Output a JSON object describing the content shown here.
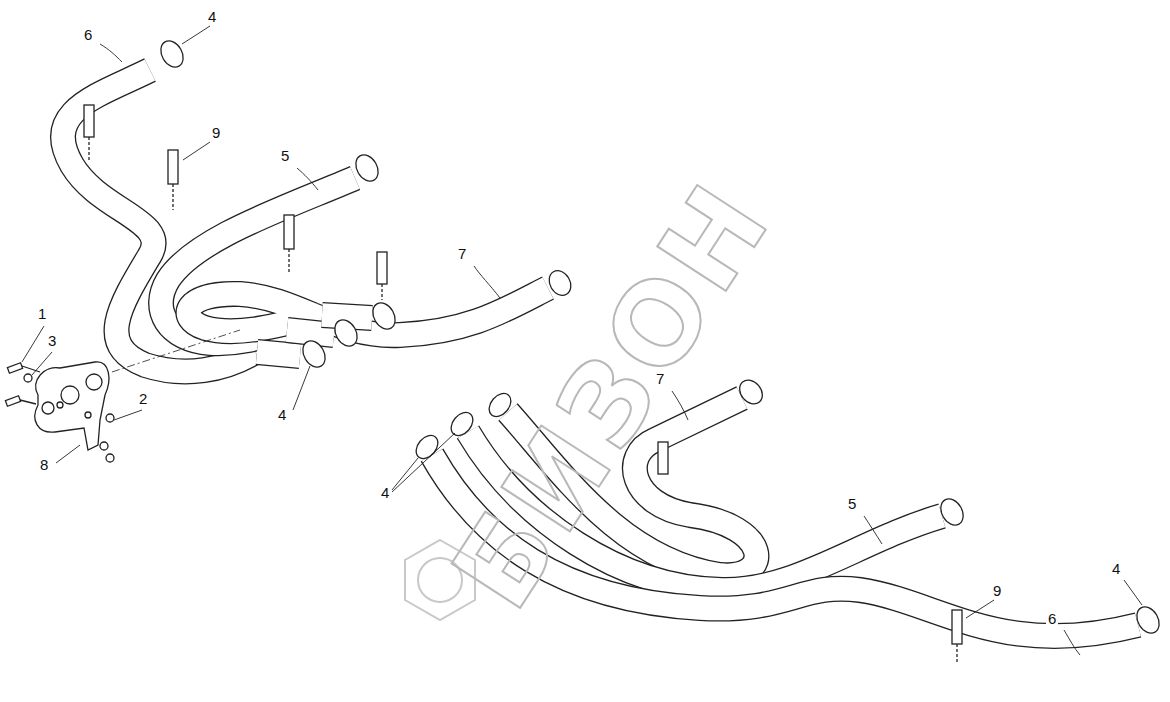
{
  "diagram": {
    "labels": [
      "6",
      "4",
      "9",
      "5",
      "7",
      "1",
      "3",
      "2",
      "4",
      "8",
      "7",
      "4",
      "5",
      "9",
      "4",
      "6",
      "БИЗОН"
    ]
  }
}
